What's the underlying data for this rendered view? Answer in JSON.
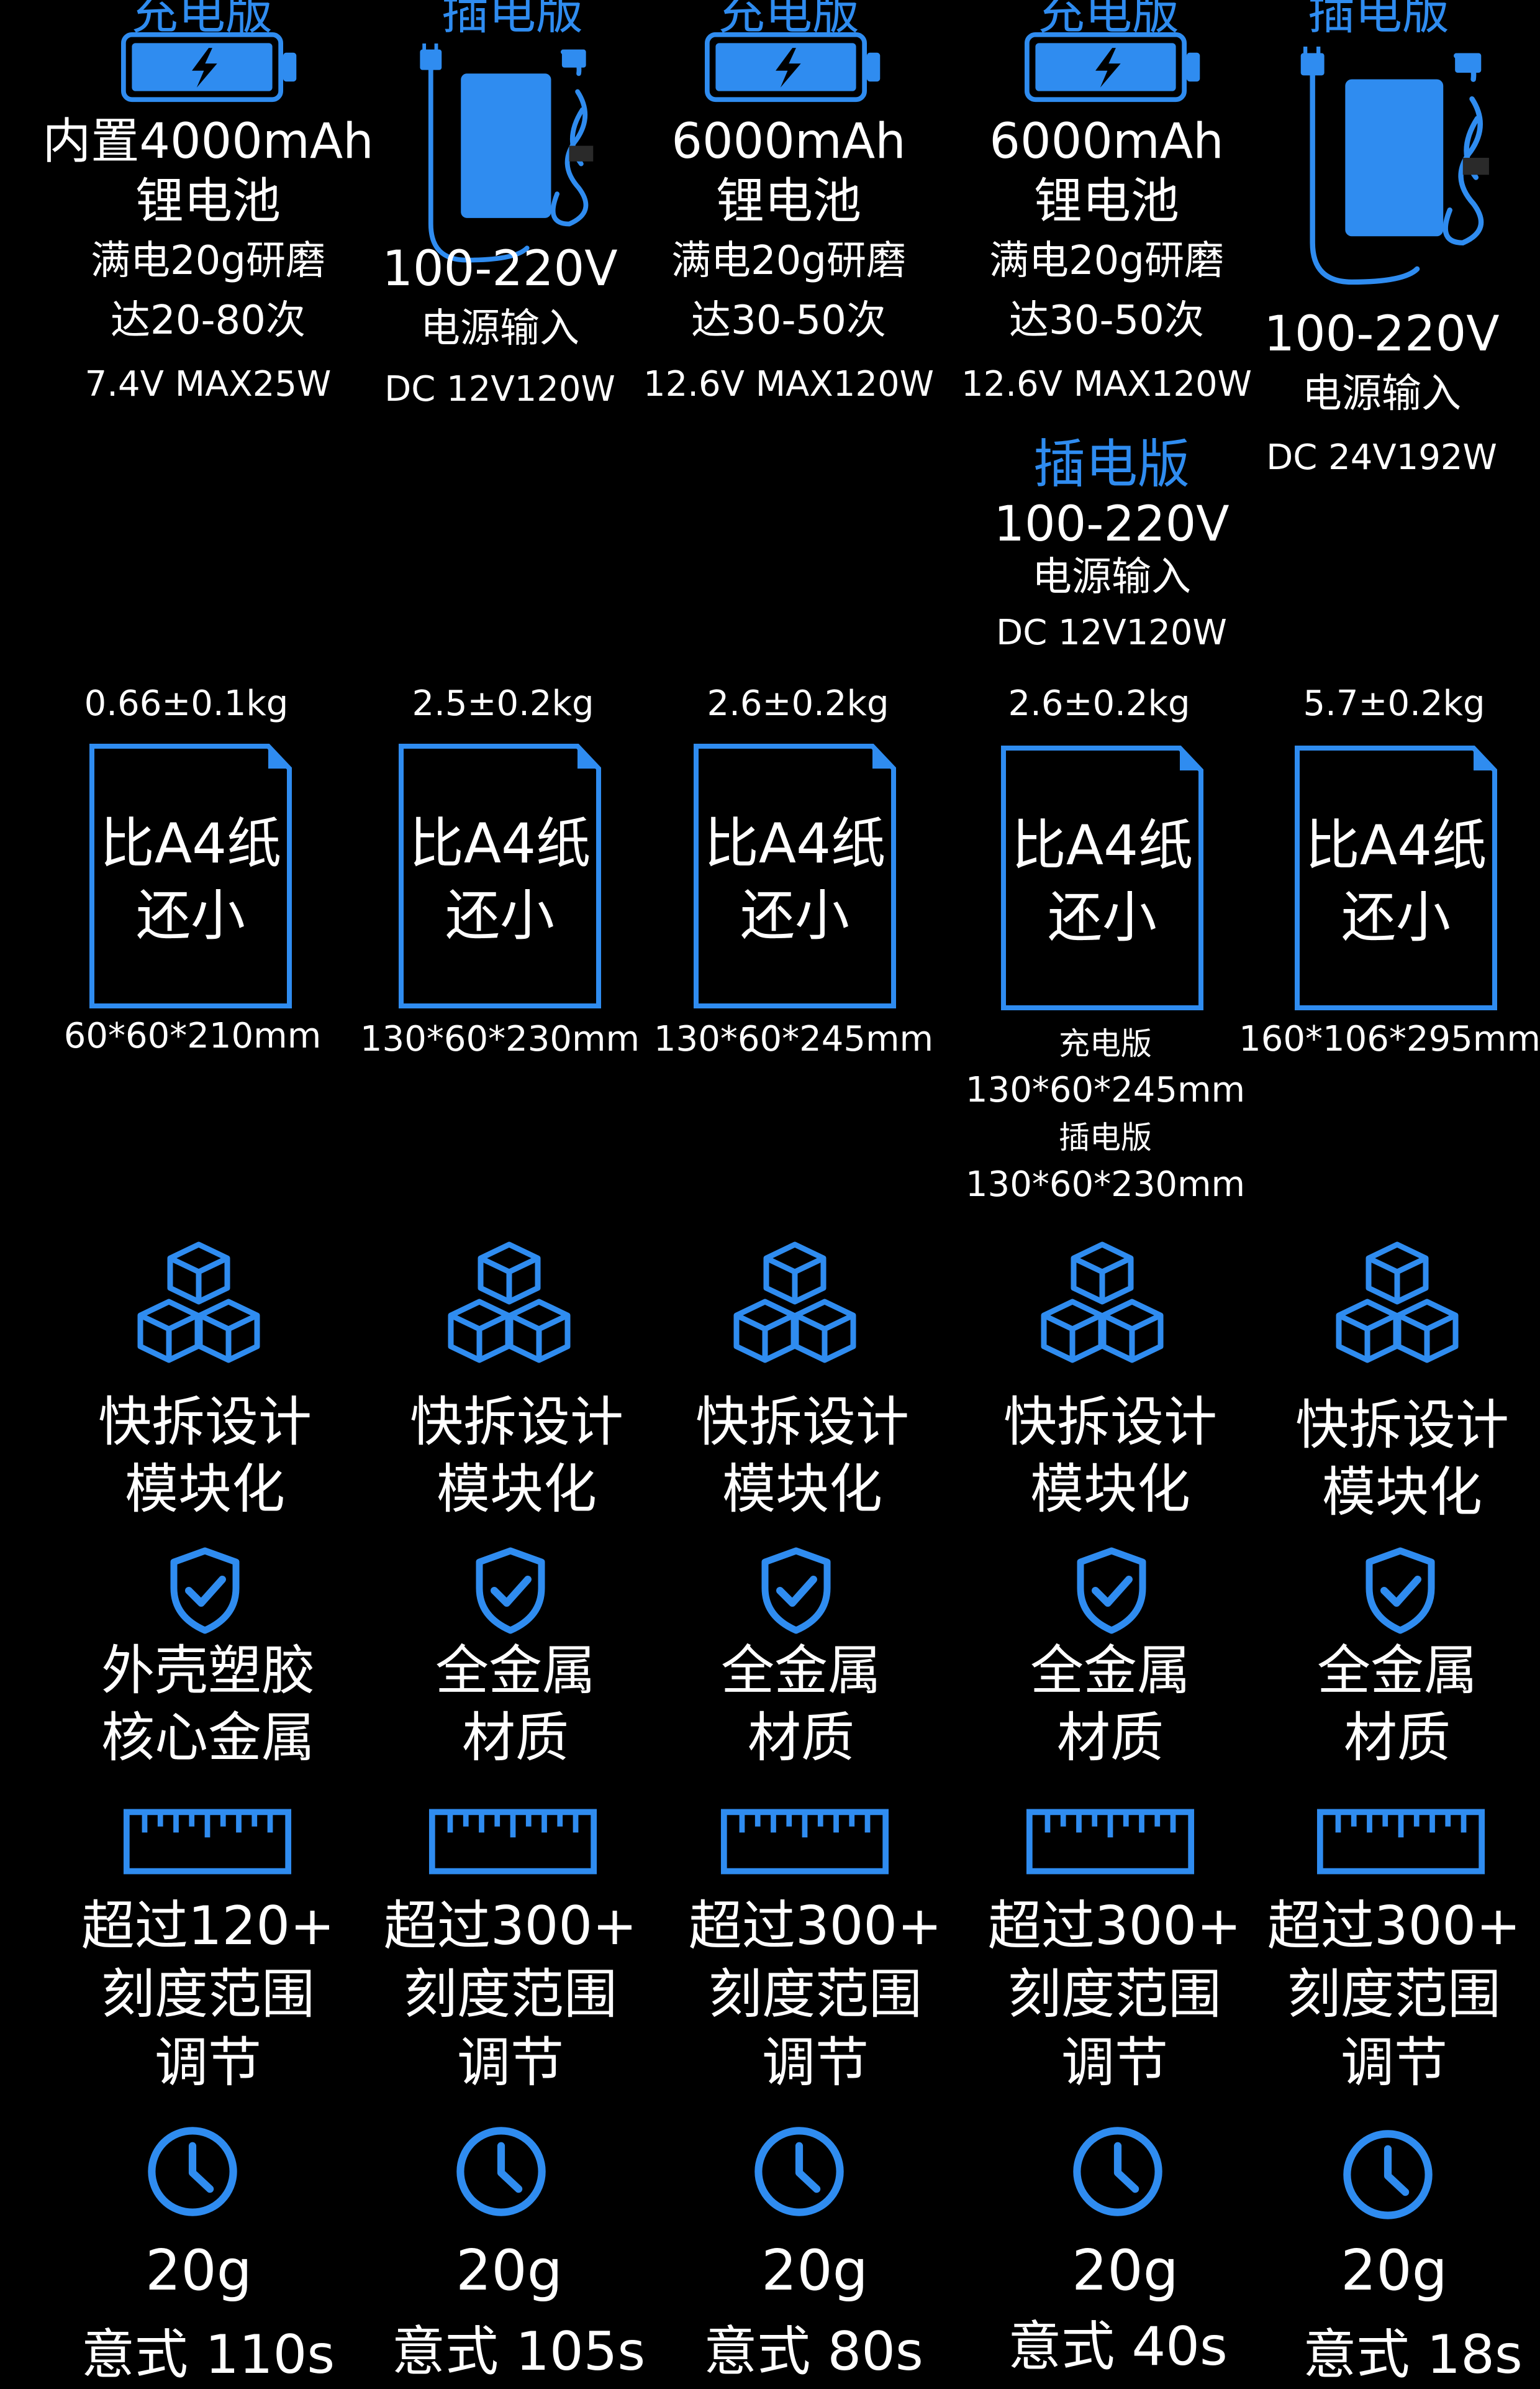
{
  "colors": {
    "background": "#000000",
    "accent": "#2f8cf0",
    "text": "#ffffff"
  },
  "icons": [
    "battery-icon",
    "power-adapter-icon",
    "paper-icon",
    "modular-cubes-icon",
    "shield-check-icon",
    "ruler-icon",
    "clock-icon"
  ],
  "header_labels": [
    "充电版",
    "插电版",
    "充电版",
    "充电版",
    "插电版"
  ],
  "power": {
    "c1": [
      "内置4000mAh",
      "锂电池",
      "满电20g研磨",
      "达20-80次",
      "7.4V MAX25W"
    ],
    "c2": [
      "100-220V",
      "电源输入",
      "DC 12V120W"
    ],
    "c3": [
      "6000mAh",
      "锂电池",
      "满电20g研磨",
      "达30-50次",
      "12.6V MAX120W"
    ],
    "c4": [
      "6000mAh",
      "锂电池",
      "满电20g研磨",
      "达30-50次",
      "12.6V MAX120W"
    ],
    "c4_plug": {
      "title": "插电版",
      "lines": [
        "100-220V",
        "电源输入",
        "DC 12V120W"
      ]
    },
    "c5": [
      "100-220V",
      "电源输入",
      "DC 24V192W"
    ]
  },
  "weights": [
    "0.66±0.1kg",
    "2.5±0.2kg",
    "2.6±0.2kg",
    "2.6±0.2kg",
    "5.7±0.2kg"
  ],
  "paper_text": [
    "比A4纸",
    "还小"
  ],
  "dimensions": {
    "c1": "60*60*210mm",
    "c2": "130*60*230mm",
    "c3": "130*60*245mm",
    "c4": [
      "充电版",
      "130*60*245mm",
      "插电版",
      "130*60*230mm"
    ],
    "c5": "160*106*295mm"
  },
  "modular": [
    "快拆设计",
    "模块化"
  ],
  "material": {
    "c1": [
      "外壳塑胶",
      "核心金属"
    ],
    "others": [
      "全金属",
      "材质"
    ]
  },
  "grind_range": {
    "c1": [
      "超过120+",
      "刻度范围",
      "调节"
    ],
    "others": [
      "超过300+",
      "刻度范围",
      "调节"
    ]
  },
  "timing": {
    "weight": "20g",
    "times": [
      "意式 110s",
      "意式 105s",
      "意式 80s",
      "意式 40s",
      "意式 18s"
    ]
  }
}
